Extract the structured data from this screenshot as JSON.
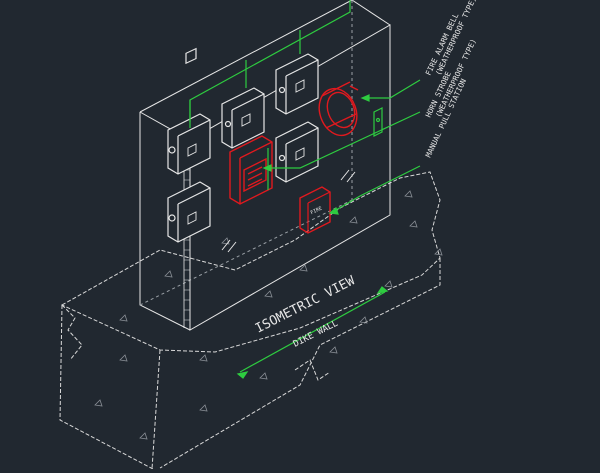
{
  "labels": {
    "fire_alarm_bell": "FIRE ALARM BELL",
    "fire_alarm_bell_sub": "(WEATHERPROOF TYPE)",
    "horn_strobe": "HORN STROBE",
    "horn_strobe_sub": "(WEATHERPROOF TYPE)",
    "manual_pull_station": "MANUAL PULL STATION",
    "view_title": "ISOMETRIC VIEW",
    "wall_label": "DIKE WALL",
    "pull_station_text": "FIRE"
  },
  "colors": {
    "background": "#212830",
    "linework": "#e6e6e6",
    "leader": "#2ecc40",
    "device_red": "#e0191e",
    "hatch": "#8a8f96"
  }
}
